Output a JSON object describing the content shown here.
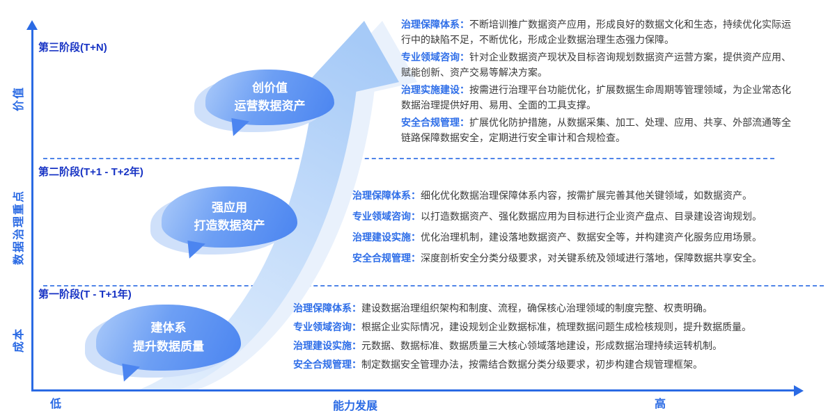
{
  "y_axis": {
    "labels": [
      "价值",
      "数据治理重点",
      "成本"
    ]
  },
  "x_axis": {
    "low": "低",
    "title": "能力发展",
    "high": "高"
  },
  "stages": [
    {
      "label": "第一阶段(T - T+1年)",
      "bubble": {
        "line1": "建体系",
        "line2": "提升数据质量"
      },
      "items": [
        {
          "category": "治理保障体系：",
          "text": "建设数据治理组织架构和制度、流程，确保核心治理领域的制度完整、权责明确。"
        },
        {
          "category": "专业领域咨询：",
          "text": "根据企业实际情况，建设规划企业数据标准，梳理数据问题生成检核规则，提升数据质量。"
        },
        {
          "category": "治理建设实施：",
          "text": "元数据、数据标准、数据质量三大核心领域落地建设，形成数据治理持续运转机制。"
        },
        {
          "category": "安全合规管理：",
          "text": "制定数据安全管理办法，按需结合数据分类分级要求，初步构建合规管理框架。"
        }
      ]
    },
    {
      "label": "第二阶段(T+1 - T+2年)",
      "bubble": {
        "line1": "强应用",
        "line2": "打造数据资产"
      },
      "items": [
        {
          "category": "治理保障体系：",
          "text": "细化优化数据治理保障体系内容，按需扩展完善其他关键领域，如数据资产。"
        },
        {
          "category": "专业领域咨询：",
          "text": "以打造数据资产、强化数据应用为目标进行企业资产盘点、目录建设咨询规划。"
        },
        {
          "category": "治理建设实施：",
          "text": "优化治理机制，建设落地数据资产、数据安全等，并构建资产化服务应用场景。"
        },
        {
          "category": "安全合规管理：",
          "text": "深度剖析安全分类分级要求，对关键系统及领域进行落地，保障数据共享安全。"
        }
      ]
    },
    {
      "label": "第三阶段(T+N)",
      "bubble": {
        "line1": "创价值",
        "line2": "运营数据资产"
      },
      "items": [
        {
          "category": "治理保障体系：",
          "text": "不断培训推广数据资产应用，形成良好的数据文化和生态，持续优化实际运行中的缺陷不足，不断优化，形成企业数据治理生态强力保障。"
        },
        {
          "category": "专业领域咨询：",
          "text": "针对企业数据资产现状及目标咨询规划数据资产运营方案，提供资产应用、赋能创新、资产交易等解决方案。"
        },
        {
          "category": "治理实施建设：",
          "text": "按需进行治理平台功能优化，扩展数据生命周期等管理领域，为企业常态化数据治理提供好用、易用、全面的工具支撑。"
        },
        {
          "category": "安全合规管理：",
          "text": "扩展优化防护措施，从数据采集、加工、处理、应用、共享、外部流通等全链路保障数据安全，定期进行安全审计和合规检查。"
        }
      ]
    }
  ],
  "colors": {
    "axis_blue": "#2a6ae4",
    "category_blue": "#2e6ee8",
    "stage_label_blue": "#1733c4",
    "body_text": "#3a3a3a",
    "bubble_blue": "#4a84f0",
    "bubble_light_blue": "#accbf9",
    "bubble_echo": "#cfe0fa",
    "arrow_light_blue": "#a6caf7",
    "dashed_line_blue": "#4f84e8"
  }
}
